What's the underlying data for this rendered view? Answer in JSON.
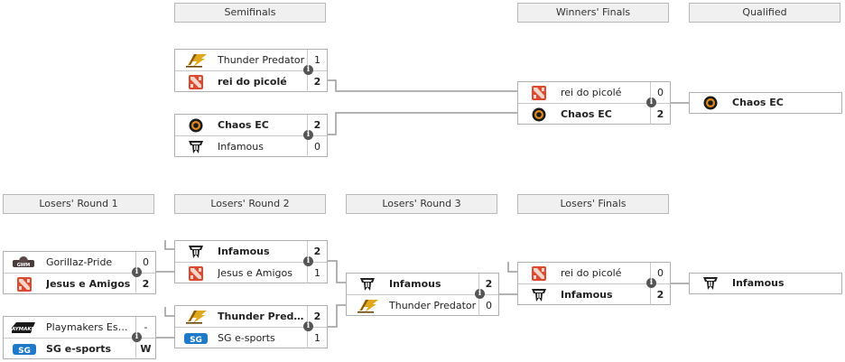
{
  "headers": {
    "semifinals": "Semifinals",
    "winners_finals": "Winners' Finals",
    "qualified": "Qualified",
    "losers_r1": "Losers' Round 1",
    "losers_r2": "Losers' Round 2",
    "losers_r3": "Losers' Round 3",
    "losers_finals": "Losers' Finals"
  },
  "info_glyph": "i",
  "matches": {
    "sf1": {
      "a": {
        "name": "Thunder Predator",
        "score": "1",
        "logo": "thunder-predator-logo"
      },
      "b": {
        "name": "rei do picolé",
        "score": "2",
        "logo": "dota-logo"
      }
    },
    "sf2": {
      "a": {
        "name": "Chaos EC",
        "score": "2",
        "logo": "chaos-ec-logo"
      },
      "b": {
        "name": "Infamous",
        "score": "0",
        "logo": "infamous-logo"
      }
    },
    "wf": {
      "a": {
        "name": "rei do picolé",
        "score": "0",
        "logo": "dota-logo"
      },
      "b": {
        "name": "Chaos EC",
        "score": "2",
        "logo": "chaos-ec-logo"
      }
    },
    "q1": {
      "a": {
        "name": "Chaos EC",
        "logo": "chaos-ec-logo"
      }
    },
    "lr1a": {
      "a": {
        "name": "Gorillaz-Pride",
        "score": "0",
        "logo": "gorillaz-pride-logo"
      },
      "b": {
        "name": "Jesus e Amigos",
        "score": "2",
        "logo": "dota-logo"
      }
    },
    "lr1b": {
      "a": {
        "name": "Playmakers Esports",
        "score": "-",
        "logo": "playmakers-logo"
      },
      "b": {
        "name": "SG e-sports",
        "score": "W",
        "logo": "sg-esports-logo"
      }
    },
    "lr2a": {
      "a": {
        "name": "Infamous",
        "score": "2",
        "logo": "infamous-logo"
      },
      "b": {
        "name": "Jesus e Amigos",
        "score": "1",
        "logo": "dota-logo"
      }
    },
    "lr2b": {
      "a": {
        "name": "Thunder Predator",
        "score": "2",
        "logo": "thunder-predator-logo"
      },
      "b": {
        "name": "SG e-sports",
        "score": "1",
        "logo": "sg-esports-logo"
      }
    },
    "lr3": {
      "a": {
        "name": "Infamous",
        "score": "2",
        "logo": "infamous-logo"
      },
      "b": {
        "name": "Thunder Predator",
        "score": "0",
        "logo": "thunder-predator-logo"
      }
    },
    "lf": {
      "a": {
        "name": "rei do picolé",
        "score": "0",
        "logo": "dota-logo"
      },
      "b": {
        "name": "Infamous",
        "score": "2",
        "logo": "infamous-logo"
      }
    },
    "q2": {
      "a": {
        "name": "Infamous",
        "logo": "infamous-logo"
      }
    }
  },
  "colors": {
    "dota_red": "#d94a32",
    "chaos_orange": "#e08a1e",
    "thunder_gold": "#e0a81c",
    "sg_blue": "#1e7ac8",
    "line": "#999999"
  }
}
